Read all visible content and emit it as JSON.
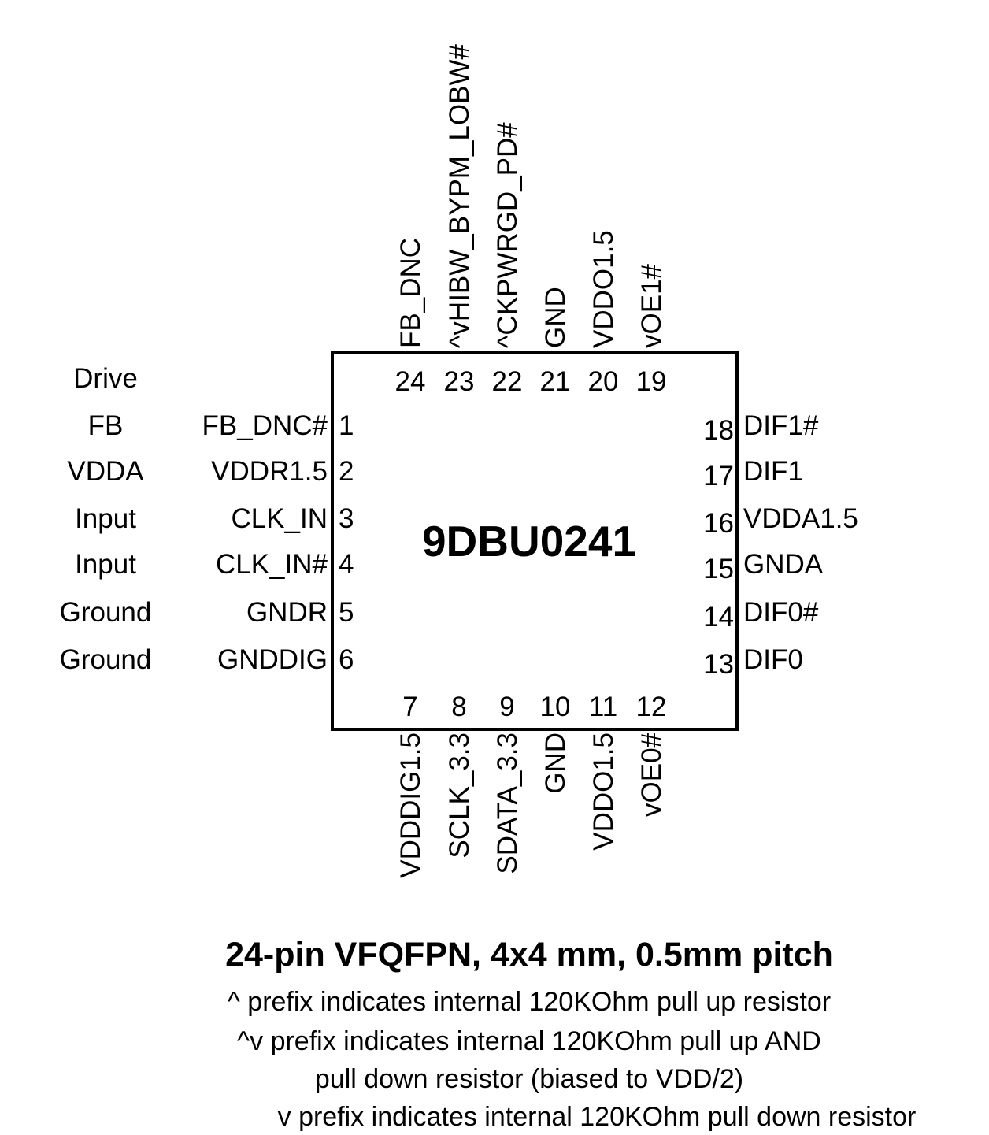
{
  "chip": {
    "name": "9DBU0241"
  },
  "side_header": "Drive",
  "left_pins": [
    {
      "num": "1",
      "name": "FB_DNC#",
      "type": "FB"
    },
    {
      "num": "2",
      "name": "VDDR1.5",
      "type": "VDDA"
    },
    {
      "num": "3",
      "name": "CLK_IN",
      "type": "Input"
    },
    {
      "num": "4",
      "name": "CLK_IN#",
      "type": "Input"
    },
    {
      "num": "5",
      "name": "GNDR",
      "type": "Ground"
    },
    {
      "num": "6",
      "name": "GNDDIG",
      "type": "Ground"
    }
  ],
  "right_pins": [
    {
      "num": "18",
      "name": "DIF1#"
    },
    {
      "num": "17",
      "name": "DIF1"
    },
    {
      "num": "16",
      "name": "VDDA1.5"
    },
    {
      "num": "15",
      "name": "GNDA"
    },
    {
      "num": "14",
      "name": "DIF0#"
    },
    {
      "num": "13",
      "name": "DIF0"
    }
  ],
  "top_pins": [
    {
      "num": "24",
      "name": "FB_DNC"
    },
    {
      "num": "23",
      "name": "^vHIBW_BYPM_LOBW#"
    },
    {
      "num": "22",
      "name": "^CKPWRGD_PD#"
    },
    {
      "num": "21",
      "name": "GND"
    },
    {
      "num": "20",
      "name": "VDDO1.5"
    },
    {
      "num": "19",
      "name": "vOE1#"
    }
  ],
  "bottom_pins": [
    {
      "num": "7",
      "name": "VDDDIG1.5"
    },
    {
      "num": "8",
      "name": "SCLK_3.3"
    },
    {
      "num": "9",
      "name": "SDATA_3.3"
    },
    {
      "num": "10",
      "name": "GND"
    },
    {
      "num": "11",
      "name": "VDDO1.5"
    },
    {
      "num": "12",
      "name": "vOE0#"
    }
  ],
  "footer": {
    "package": "24-pin VFQFPN, 4x4 mm, 0.5mm pitch",
    "notes": [
      "^ prefix indicates internal 120KOhm pull up resistor",
      "^v prefix indicates internal 120KOhm pull up AND",
      "pull down resistor (biased to VDD/2)",
      "v prefix indicates internal 120KOhm pull down resistor"
    ]
  }
}
